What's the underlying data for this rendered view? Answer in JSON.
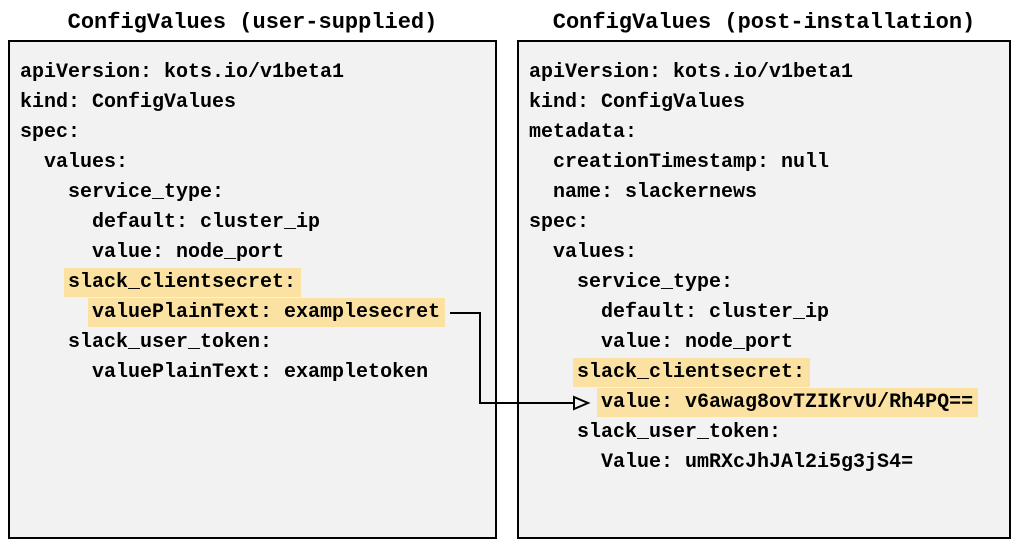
{
  "colors": {
    "highlight": "#fbe2a2",
    "panel_bg": "#f2f2f2",
    "panel_border": "#000000",
    "arrow": "#000000",
    "text": "#000000"
  },
  "connector": {
    "description": "arrow from user-supplied valuePlainText examplesecret to post-installation encrypted value"
  },
  "panels": [
    {
      "title": "ConfigValues (user-supplied)",
      "lines": [
        {
          "indent": 0,
          "text": "apiVersion: kots.io/v1beta1",
          "highlight": false
        },
        {
          "indent": 0,
          "text": "kind: ConfigValues",
          "highlight": false
        },
        {
          "indent": 0,
          "text": "spec:",
          "highlight": false
        },
        {
          "indent": 1,
          "text": "values:",
          "highlight": false
        },
        {
          "indent": 2,
          "text": "service_type:",
          "highlight": false
        },
        {
          "indent": 3,
          "text": "default: cluster_ip",
          "highlight": false
        },
        {
          "indent": 3,
          "text": "value: node_port",
          "highlight": false
        },
        {
          "indent": 2,
          "text": "slack_clientsecret:",
          "highlight": true
        },
        {
          "indent": 3,
          "text": "valuePlainText: examplesecret",
          "highlight": true
        },
        {
          "indent": 2,
          "text": "slack_user_token:",
          "highlight": false
        },
        {
          "indent": 3,
          "text": "valuePlainText: exampletoken",
          "highlight": false
        }
      ]
    },
    {
      "title": "ConfigValues (post-installation)",
      "lines": [
        {
          "indent": 0,
          "text": "apiVersion: kots.io/v1beta1",
          "highlight": false
        },
        {
          "indent": 0,
          "text": "kind: ConfigValues",
          "highlight": false
        },
        {
          "indent": 0,
          "text": "metadata:",
          "highlight": false
        },
        {
          "indent": 1,
          "text": "creationTimestamp: null",
          "highlight": false
        },
        {
          "indent": 1,
          "text": "name: slackernews",
          "highlight": false
        },
        {
          "indent": 0,
          "text": "spec:",
          "highlight": false
        },
        {
          "indent": 1,
          "text": "values:",
          "highlight": false
        },
        {
          "indent": 2,
          "text": "service_type:",
          "highlight": false
        },
        {
          "indent": 3,
          "text": "default: cluster_ip",
          "highlight": false
        },
        {
          "indent": 3,
          "text": "value: node_port",
          "highlight": false
        },
        {
          "indent": 2,
          "text": "slack_clientsecret:",
          "highlight": true
        },
        {
          "indent": 3,
          "text": "value: v6awag8ovTZIKrvU/Rh4PQ==",
          "highlight": true
        },
        {
          "indent": 2,
          "text": "slack_user_token:",
          "highlight": false
        },
        {
          "indent": 3,
          "text": "Value: umRXcJhJAl2i5g3jS4=",
          "highlight": false
        }
      ]
    }
  ]
}
